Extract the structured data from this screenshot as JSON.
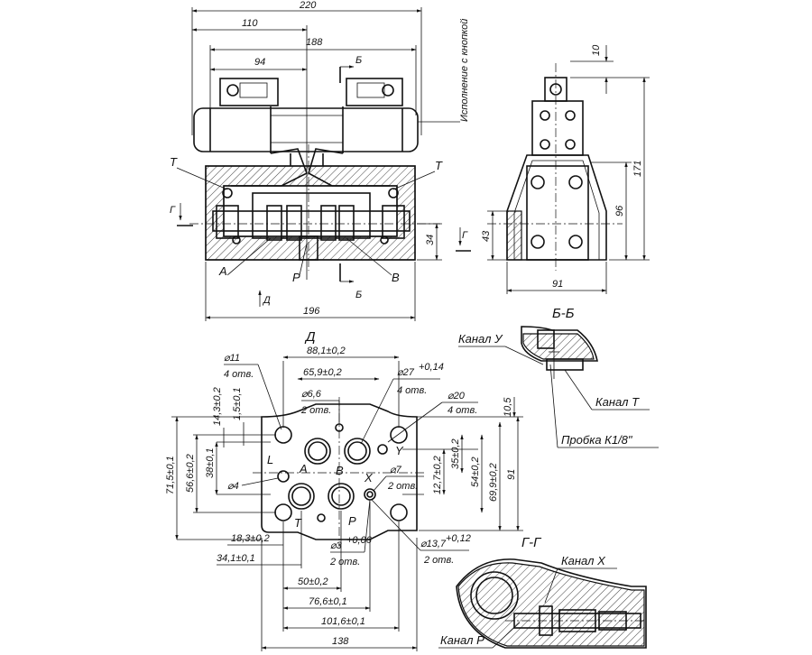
{
  "front_view": {
    "dims": {
      "overall_width": "220",
      "half_width": "110",
      "solenoid_span": "188",
      "solenoid_width": "94",
      "base_width": "196",
      "axis_height": "34"
    },
    "labels": {
      "port_t_left": "T",
      "port_t_right": "T",
      "port_a": "A",
      "port_p": "P",
      "port_b": "B",
      "button_note": "Исполнение с кнопкой",
      "section_b": "Б",
      "section_g": "Г",
      "view_d": "Д"
    }
  },
  "side_view": {
    "dims": {
      "top": "10",
      "height_total": "171",
      "height_body": "96",
      "height_axis": "43",
      "width": "91"
    }
  },
  "section_bb": {
    "title": "Б-Б",
    "labels": {
      "channel_y": "Канал У",
      "channel_t": "Канал Т",
      "plug": "Пробка К1/8\""
    }
  },
  "view_d": {
    "title": "Д",
    "dims": {
      "d1": "88,1±0,2",
      "d2": "65,9±0,2",
      "d3": "⌀6,6",
      "d3n": "2 отв.",
      "d4": "⌀11",
      "d4n": "4 отв.",
      "d5": "⌀27",
      "d5tol": "+0,14",
      "d5n": "4 отв.",
      "d6": "⌀20",
      "d6n": "4 отв.",
      "d7": "10,5",
      "v1": "14,3±0,2",
      "v2": "1,5±0,1",
      "v3": "38±0,1",
      "v4": "56,6±0,2",
      "v5": "71,5±0,1",
      "v6": "35±0,2",
      "v7": "54±0,2",
      "v8": "69,9±0,2",
      "v9": "91",
      "v10": "12,7±0,2",
      "d8": "⌀7",
      "d8n": "2 отв.",
      "d9": "⌀4",
      "d10": "⌀3",
      "d10tol": "+0,06",
      "d10n": "2 отв.",
      "d11": "⌀13,7",
      "d11tol": "+0,12",
      "d11n": "2 отв.",
      "h1": "18,3±0,2",
      "h2": "34,1±0,1",
      "h3": "50±0,2",
      "h4": "76,6±0,1",
      "h5": "101,6±0,1",
      "h6": "138"
    },
    "ports": {
      "l": "L",
      "a": "A",
      "b": "B",
      "y": "Y",
      "x": "X",
      "t": "T",
      "p": "P"
    }
  },
  "section_gg": {
    "title": "Г-Г",
    "labels": {
      "channel_x": "Канал X",
      "channel_p": "Канал Р"
    }
  }
}
